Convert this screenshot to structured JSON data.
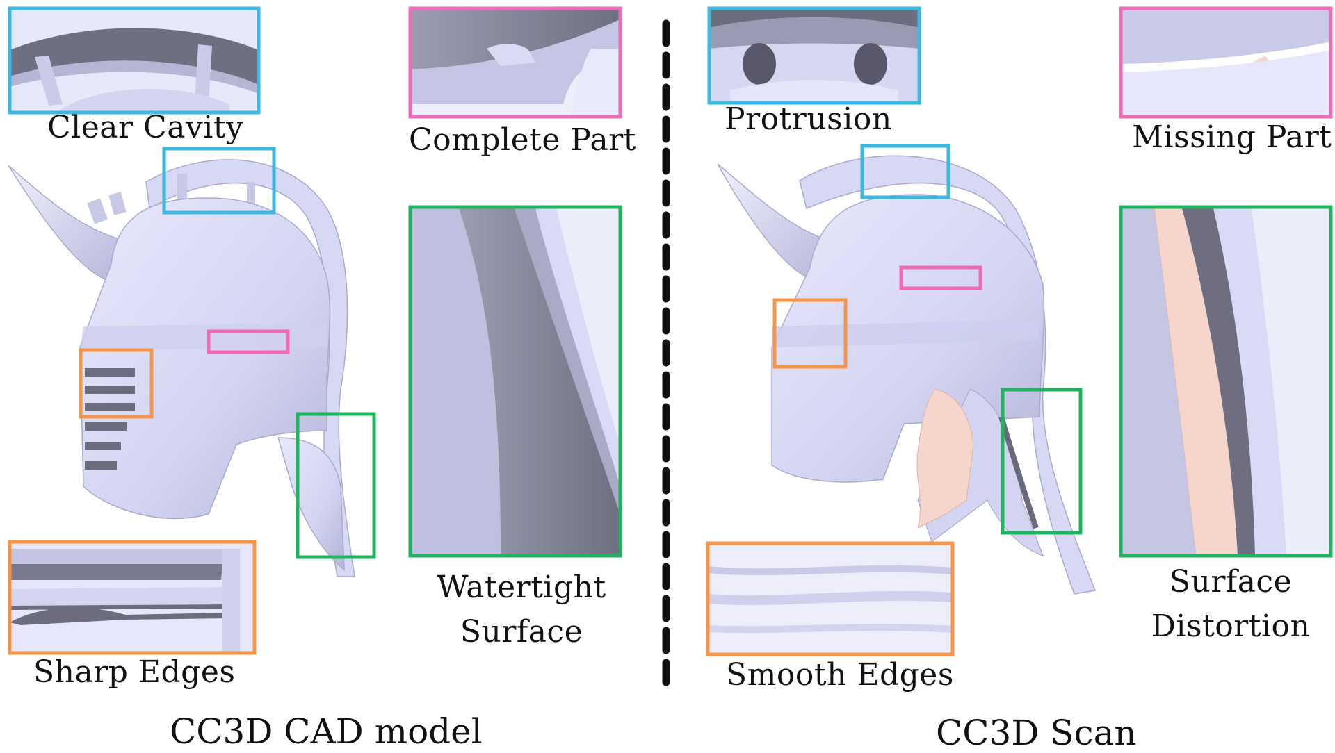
{
  "left_panel": {
    "caption": "CC3D CAD model",
    "labels": {
      "clear_cavity": "Clear Cavity",
      "complete_part": "Complete Part",
      "watertight_line1": "Watertight",
      "watertight_line2": "Surface",
      "sharp_edges": "Sharp Edges"
    }
  },
  "right_panel": {
    "caption": "CC3D Scan",
    "labels": {
      "protrusion": "Protrusion",
      "missing_part": "Missing Part",
      "distortion_line1": "Surface",
      "distortion_line2": "Distortion",
      "smooth_edges": "Smooth Edges"
    }
  },
  "colors": {
    "blue_box": "#3bb8e0",
    "pink_box": "#f06ab8",
    "green_box": "#1fb55e",
    "orange_box": "#f5954a",
    "mesh_light": "#d9daf6",
    "mesh_mid": "#b9bad8",
    "mesh_dark": "#7c7c90",
    "scan_skin": "#f6d6cc",
    "divider": "#111111"
  }
}
